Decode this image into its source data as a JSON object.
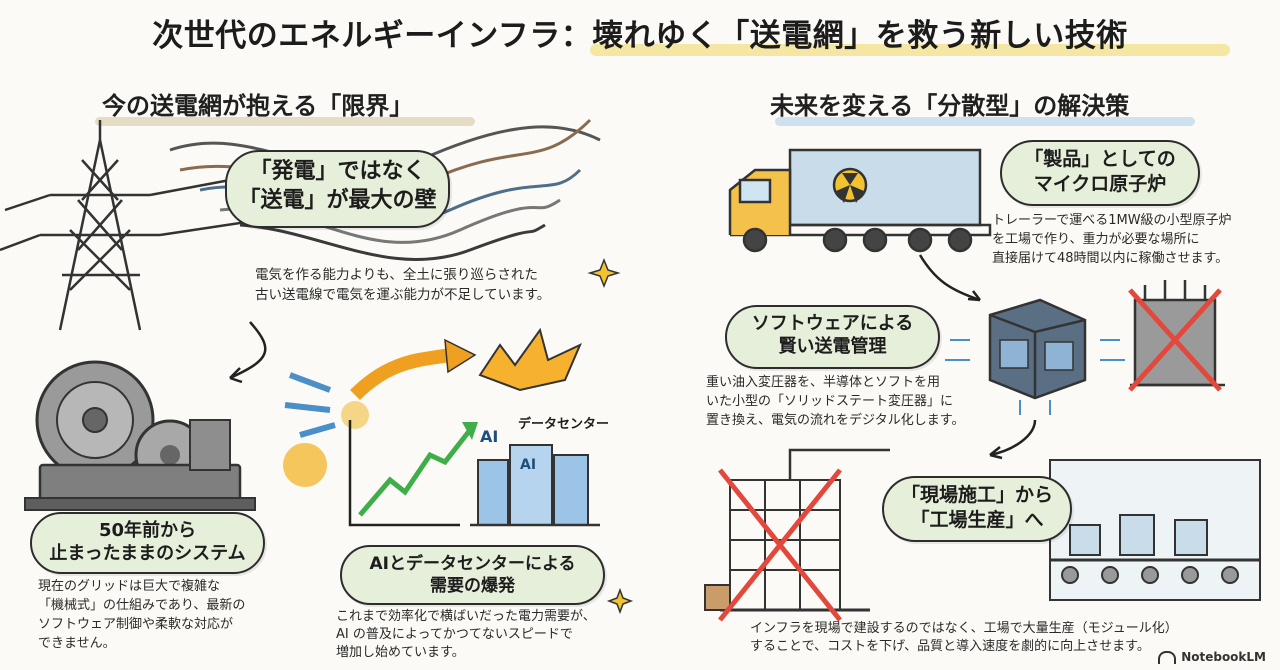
{
  "title": "次世代のエネルギーインフラ：壊れゆく「送電網」を救う新しい技術",
  "left_heading": "今の送電網が抱える「限界」",
  "right_heading": "未来を変える「分散型」の解決策",
  "panels": {
    "transmission": {
      "bubble": [
        "「発電」ではなく",
        "「送電」が最大の壁"
      ],
      "body": [
        "電気を作る能力よりも、全土に張り巡らされた",
        "古い送電線で電気を運ぶ能力が不足しています。"
      ]
    },
    "legacy": {
      "bubble": [
        "50年前から",
        "止まったままのシステム"
      ],
      "body": [
        "現在のグリッドは巨大で複雑な",
        "「機械式」の仕組みであり、最新の",
        "ソフトウェア制御や柔軟な対応が",
        "できません。"
      ]
    },
    "demand": {
      "bubble": [
        "AIとデータセンターによる",
        "需要の爆発"
      ],
      "body": [
        "これまで効率化で横ばいだった電力需要が、",
        "AI の普及によってかつてないスピードで",
        "増加し始めています。"
      ],
      "ai_label": "AI",
      "datacenter_label": "データセンター",
      "building_label": "AI"
    },
    "reactor": {
      "bubble": [
        "「製品」としての",
        "マイクロ原子炉"
      ],
      "body": [
        "トレーラーで運べる1MW級の小型原子炉",
        "を工場で作り、重力が必要な場所に",
        "直接届けて48時間以内に稼働させます。"
      ]
    },
    "software": {
      "bubble": [
        "ソフトウェアによる",
        "賢い送電管理"
      ],
      "body": [
        "重い油入変圧器を、半導体とソフトを用",
        "いた小型の「ソリッドステート変圧器」に",
        "置き換え、電気の流れをデジタル化します。"
      ]
    },
    "factory": {
      "bubble": [
        "「現場施工」から",
        "「工場生産」へ"
      ],
      "body": [
        "インフラを現場で建設するのではなく、工場で大量生産（モジュール化）",
        "することで、コストを下げ、品質と導入速度を劇的に向上させます。"
      ]
    }
  },
  "footer": "NotebookLM",
  "colors": {
    "bubble_fill": "#e6efd9",
    "left_underline": "#e5dcc6",
    "right_underline": "#cfe1ef",
    "title_highlight": "#f6e6a3",
    "arrow_orange": "#f0a020",
    "arrow_blue": "#4a8fc7",
    "green_line": "#3fae49",
    "red_cross": "#e2483c"
  }
}
